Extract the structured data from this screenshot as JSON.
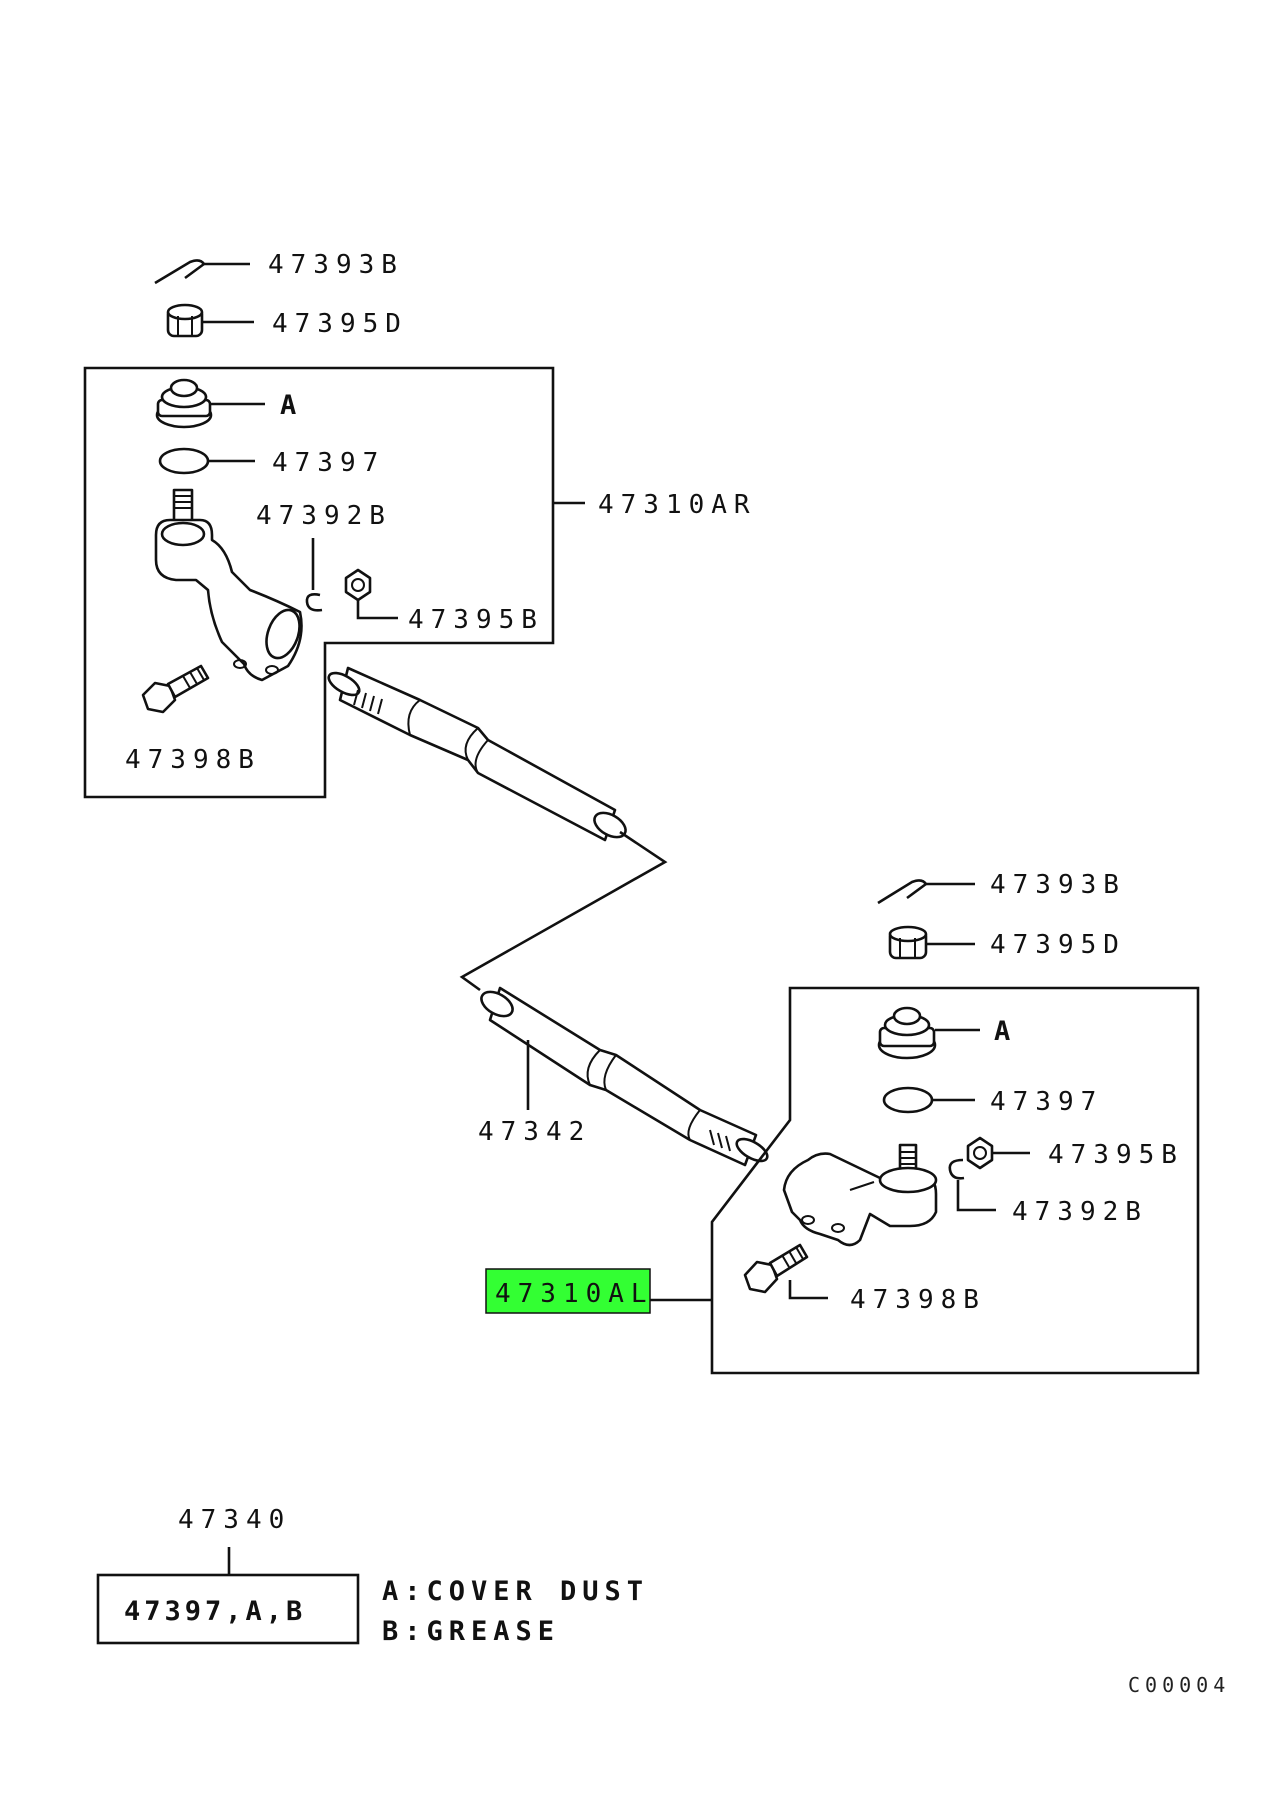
{
  "diagram": {
    "labels": {
      "cotter_pin_top": "47393B",
      "castle_nut_top": "47395D",
      "tie_rod_end_right": "47310AR",
      "boot_top": "A",
      "ring_top": "47397",
      "snap_ring_top": "47392B",
      "nut_top": "47395B",
      "bolt_top": "47398B",
      "cotter_pin_bottom": "47393B",
      "castle_nut_bottom": "47395D",
      "boot_bottom": "A",
      "ring_bottom": "47397",
      "nut_bottom": "47395B",
      "snap_ring_bottom": "47392B",
      "tie_rod": "47342",
      "tie_rod_end_left": "47310AL",
      "bolt_bottom": "47398B",
      "kit_number": "47340",
      "kit_contents": "47397,A,B"
    },
    "highlight_color": "#33ff33",
    "legend": [
      "A:COVER DUST",
      "B:GREASE"
    ],
    "figure_code": "C00004"
  }
}
